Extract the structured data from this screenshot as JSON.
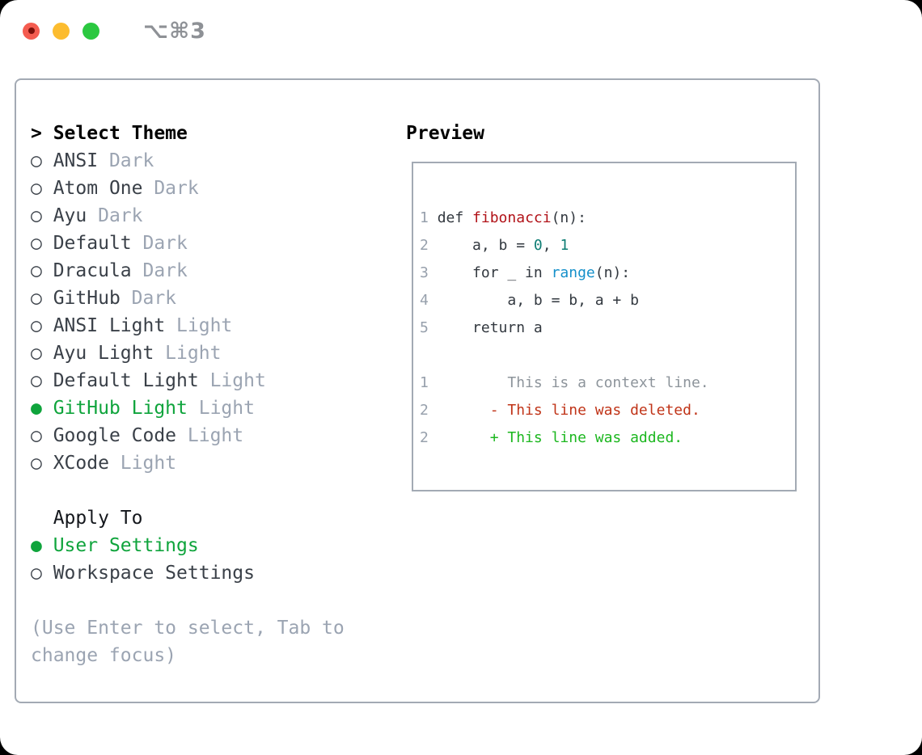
{
  "titlebar": {
    "title": "⌥⌘3",
    "traffic_lights": [
      {
        "icon": "close-icon",
        "name": "close-button",
        "color_key": "close",
        "dot": true
      },
      {
        "icon": "minimize-icon",
        "name": "minimize-button",
        "color_key": "minimize",
        "dot": false
      },
      {
        "icon": "zoom-icon",
        "name": "zoom-button",
        "color_key": "zoom",
        "dot": false
      }
    ]
  },
  "theme_picker": {
    "header": {
      "prefix": ">",
      "label": "Select Theme"
    },
    "themes": [
      {
        "name": "ANSI",
        "variant": "Dark",
        "selected": false
      },
      {
        "name": "Atom One",
        "variant": "Dark",
        "selected": false
      },
      {
        "name": "Ayu",
        "variant": "Dark",
        "selected": false
      },
      {
        "name": "Default",
        "variant": "Dark",
        "selected": false
      },
      {
        "name": "Dracula",
        "variant": "Dark",
        "selected": false
      },
      {
        "name": "GitHub",
        "variant": "Dark",
        "selected": false
      },
      {
        "name": "ANSI Light",
        "variant": "Light",
        "selected": false
      },
      {
        "name": "Ayu Light",
        "variant": "Light",
        "selected": false
      },
      {
        "name": "Default Light",
        "variant": "Light",
        "selected": false
      },
      {
        "name": "GitHub Light",
        "variant": "Light",
        "selected": true
      },
      {
        "name": "Google Code",
        "variant": "Light",
        "selected": false
      },
      {
        "name": "XCode",
        "variant": "Light",
        "selected": false
      }
    ],
    "apply_to": {
      "label": "Apply To",
      "options": [
        {
          "name": "User Settings",
          "selected": true
        },
        {
          "name": "Workspace Settings",
          "selected": false
        }
      ]
    },
    "hint_lines": [
      "(Use Enter to select, Tab to",
      "change focus)"
    ],
    "radio_selected_glyph": "●",
    "radio_unselected_glyph": "○"
  },
  "preview": {
    "title": "Preview",
    "lines": [
      {
        "num": "1",
        "segments": [
          {
            "text": "def ",
            "color": "default"
          },
          {
            "text": "fibonacci",
            "color": "function"
          },
          {
            "text": "(n):",
            "color": "default"
          }
        ]
      },
      {
        "num": "2",
        "segments": [
          {
            "text": "    a, b = ",
            "color": "default"
          },
          {
            "text": "0",
            "color": "number"
          },
          {
            "text": ", ",
            "color": "default"
          },
          {
            "text": "1",
            "color": "number"
          }
        ]
      },
      {
        "num": "3",
        "segments": [
          {
            "text": "    for _ in ",
            "color": "default"
          },
          {
            "text": "range",
            "color": "builtin"
          },
          {
            "text": "(n):",
            "color": "default"
          }
        ]
      },
      {
        "num": "4",
        "segments": [
          {
            "text": "        a, b = b, a + b",
            "color": "default"
          }
        ]
      },
      {
        "num": "5",
        "segments": [
          {
            "text": "    return a",
            "color": "default"
          }
        ]
      },
      {
        "num": "",
        "segments": []
      },
      {
        "num": "1",
        "segments": [
          {
            "text": "        This is a context line.",
            "color": "context"
          }
        ]
      },
      {
        "num": "2",
        "segments": [
          {
            "text": "      - This line was deleted.",
            "color": "deleted"
          }
        ]
      },
      {
        "num": "2",
        "segments": [
          {
            "text": "      + This line was added.",
            "color": "added"
          }
        ]
      }
    ]
  },
  "colors": {
    "selected_green": "#0fa43c",
    "item_text": "#3a4048",
    "muted_gray": "#9ba4b2",
    "header_black": "#000000",
    "apply_label": "#14171c",
    "title_gray": "#8e9196",
    "panel_border": "#a3aab4",
    "syntax": {
      "default": "#32383f",
      "function": "#b11218",
      "number": "#0e7d74",
      "builtin": "#1590ca",
      "linenum": "#97a0ac",
      "context": "#8d949b",
      "deleted": "#c03418",
      "added": "#1cb71f"
    },
    "traffic": {
      "close": "#f45c50",
      "close_dot": "#7c100a",
      "minimize": "#fcbc2f",
      "zoom": "#2bc840"
    }
  }
}
